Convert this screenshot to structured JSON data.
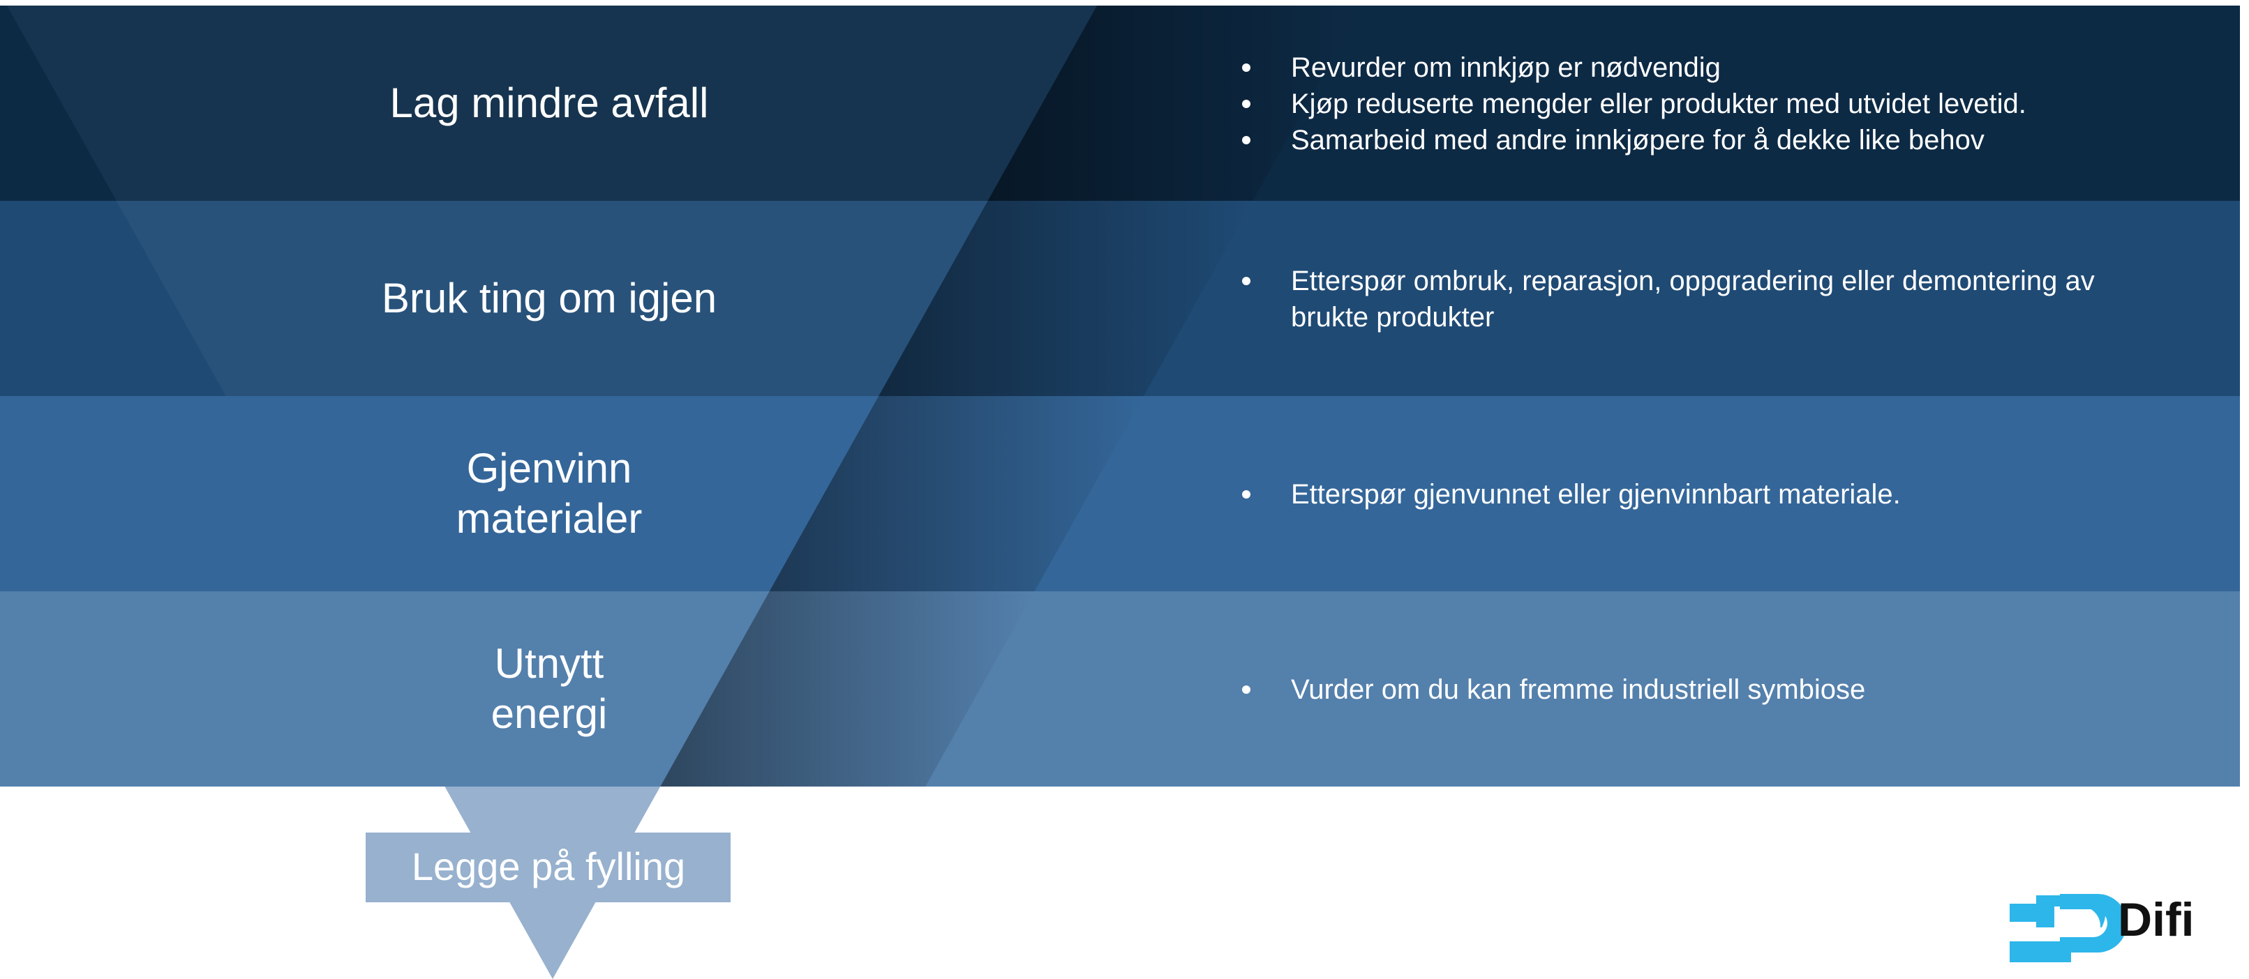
{
  "levels": [
    {
      "label_lines": [
        "Lag mindre avfall"
      ],
      "bullets": [
        [
          "Revurder om innkjøp er nødvendig"
        ],
        [
          "Kjøp reduserte mengder eller produkter med utvidet levetid."
        ],
        [
          "Samarbeid med andre innkjøpere for å dekke like behov"
        ]
      ],
      "band_color": "#0d2a45",
      "triangle_color": "#16344f"
    },
    {
      "label_lines": [
        "Bruk ting om igjen"
      ],
      "bullets": [
        [
          "Etterspør ombruk, reparasjon, oppgradering eller demontering av",
          "brukte produkter"
        ]
      ],
      "band_color": "#1f4a74",
      "triangle_color": "#28527a"
    },
    {
      "label_lines": [
        "Gjenvinn",
        "materialer"
      ],
      "bullets": [
        [
          "Etterspør gjenvunnet eller gjenvinnbart materiale."
        ]
      ],
      "band_color": "#346699",
      "triangle_color": "#346699"
    },
    {
      "label_lines": [
        "Utnytt",
        "energi"
      ],
      "bullets": [
        [
          "Vurder om du kan fremme industriell symbiose"
        ]
      ],
      "band_color": "#5480ac",
      "triangle_color": "#5480ac"
    }
  ],
  "bottom_label": "Legge på fylling",
  "bottom_color": "#97b1ce",
  "logo": {
    "text": "Difi",
    "icon": "difi-logo-icon",
    "icon_color": "#2db6ea"
  }
}
